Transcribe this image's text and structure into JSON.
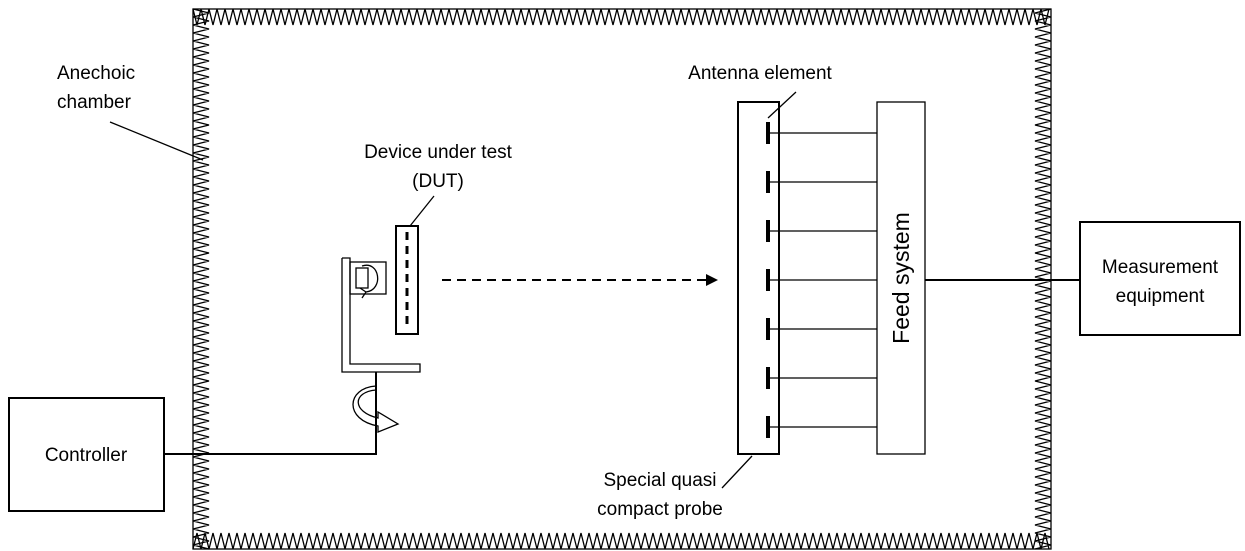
{
  "labels": {
    "anechoic_line1": "Anechoic",
    "anechoic_line2": "chamber",
    "dut_line1": "Device under test",
    "dut_line2": "(DUT)",
    "antenna_element": "Antenna element",
    "feed_system": "Feed system",
    "measurement_line1": "Measurement",
    "measurement_line2": "equipment",
    "controller": "Controller",
    "probe_line1": "Special quasi",
    "probe_line2": "compact probe"
  },
  "probe": {
    "element_count": 7
  },
  "colors": {
    "stroke": "#000000",
    "background": "#ffffff"
  }
}
